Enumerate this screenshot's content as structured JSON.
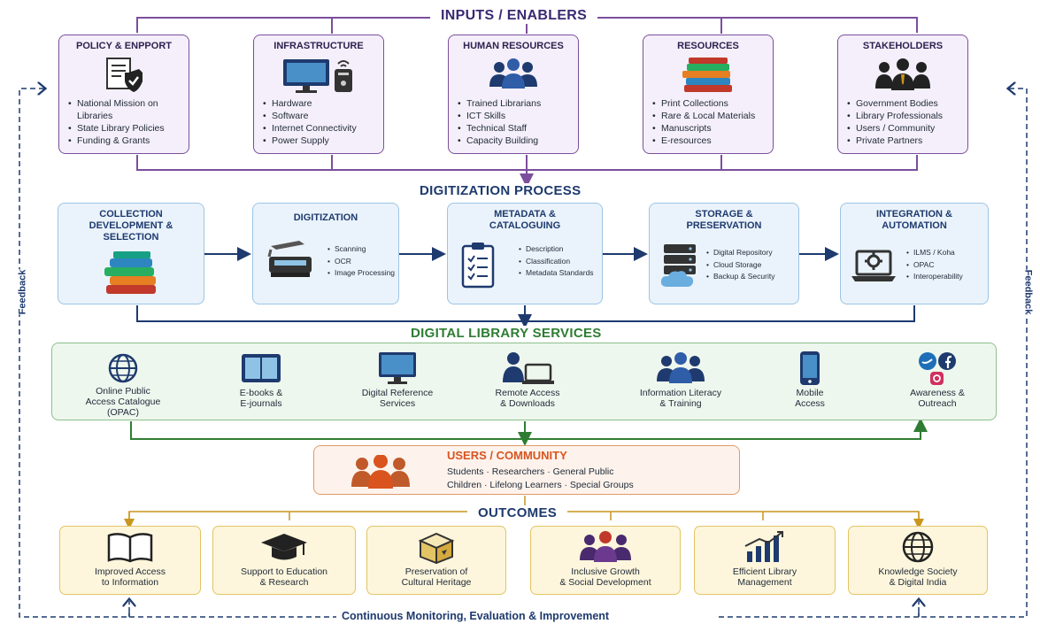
{
  "inputs": {
    "title": "INPUTS / ENABLERS",
    "boxes": [
      {
        "title": "POLICY & ENPPORT",
        "icon": "document-shield-icon",
        "items": [
          "National Mission on Libraries",
          "State Library Policies",
          "Funding & Grants"
        ]
      },
      {
        "title": "INFRASTRUCTURE",
        "icon": "computer-router-icon",
        "items": [
          "Hardware",
          "Software",
          "Internet Connectivity",
          "Power Supply"
        ]
      },
      {
        "title": "HUMAN RESOURCES",
        "icon": "people-group-icon",
        "items": [
          "Trained Librarians",
          "ICT Skills",
          "Technical Staff",
          "Capacity Building"
        ]
      },
      {
        "title": "RESOURCES",
        "icon": "book-stack-icon",
        "items": [
          "Print Collections",
          "Rare & Local Materials",
          "Manuscripts",
          "E-resources"
        ]
      },
      {
        "title": "STAKEHOLDERS",
        "icon": "stakeholders-icon",
        "items": [
          "Government Bodies",
          "Library Professionals",
          "Users / Community",
          "Private Partners"
        ]
      }
    ]
  },
  "process": {
    "title": "DIGITIZATION PROCESS",
    "steps": [
      {
        "title": "COLLECTION\nDEVELOPMENT &\nSELECTION",
        "icon": "book-stack-icon",
        "items": []
      },
      {
        "title": "DIGITIZATION",
        "icon": "scanner-icon",
        "items": [
          "Scanning",
          "OCR",
          "Image Processing"
        ]
      },
      {
        "title": "METADATA &\nCATALOGUING",
        "icon": "checklist-clipboard-icon",
        "items": [
          "Description",
          "Classification",
          "Metadata Standards"
        ]
      },
      {
        "title": "STORAGE &\nPRESERVATION",
        "icon": "server-cloud-icon",
        "items": [
          "Digital Repository",
          "Cloud Storage",
          "Backup & Security"
        ]
      },
      {
        "title": "INTEGRATION &\nAUTOMATION",
        "icon": "laptop-gear-icon",
        "items": [
          "ILMS / Koha",
          "OPAC",
          "Interoperability"
        ]
      }
    ]
  },
  "services": {
    "title": "DIGITAL LIBRARY SERVICES",
    "items": [
      {
        "label": "Online Public\nAccess Catalogue\n(OPAC)",
        "icon": "globe-icon"
      },
      {
        "label": "E-books &\nE-journals",
        "icon": "open-book-icon"
      },
      {
        "label": "Digital Reference\nServices",
        "icon": "monitor-icon"
      },
      {
        "label": "Remote Access\n& Downloads",
        "icon": "user-computer-icon"
      },
      {
        "label": "Information Literacy\n& Training",
        "icon": "people-group-icon"
      },
      {
        "label": "Mobile\nAccess",
        "icon": "mobile-phone-icon"
      },
      {
        "label": "Awareness &\nOutreach",
        "icon": "social-media-icon"
      }
    ]
  },
  "users": {
    "title": "USERS / COMMUNITY",
    "line1": "Students  ·  Researchers  ·  General Public",
    "line2": "Children  ·  Lifelong Learners  ·  Special Groups",
    "icon": "community-icon"
  },
  "outcomes": {
    "title": "OUTCOMES",
    "items": [
      {
        "label": "Improved Access\nto Information",
        "icon": "open-book-icon"
      },
      {
        "label": "Support to Education\n& Research",
        "icon": "graduation-cap-icon"
      },
      {
        "label": "Preservation of\nCultural Heritage",
        "icon": "heritage-box-icon"
      },
      {
        "label": "Inclusive Growth\n& Social Development",
        "icon": "people-group-icon"
      },
      {
        "label": "Efficient Library\nManagement",
        "icon": "bar-chart-icon"
      },
      {
        "label": "Knowledge Society\n& Digital India",
        "icon": "globe-icon"
      }
    ]
  },
  "feedback": {
    "left": "Feedback",
    "right": "Feedback"
  },
  "footer": "Continuous Monitoring, Evaluation & Improvement",
  "colors": {
    "inputs": "#7b4f9c",
    "process": "#1e3a6e",
    "services": "#2e7d32",
    "users": "#d9541f",
    "outcomes": "#c9961e"
  }
}
